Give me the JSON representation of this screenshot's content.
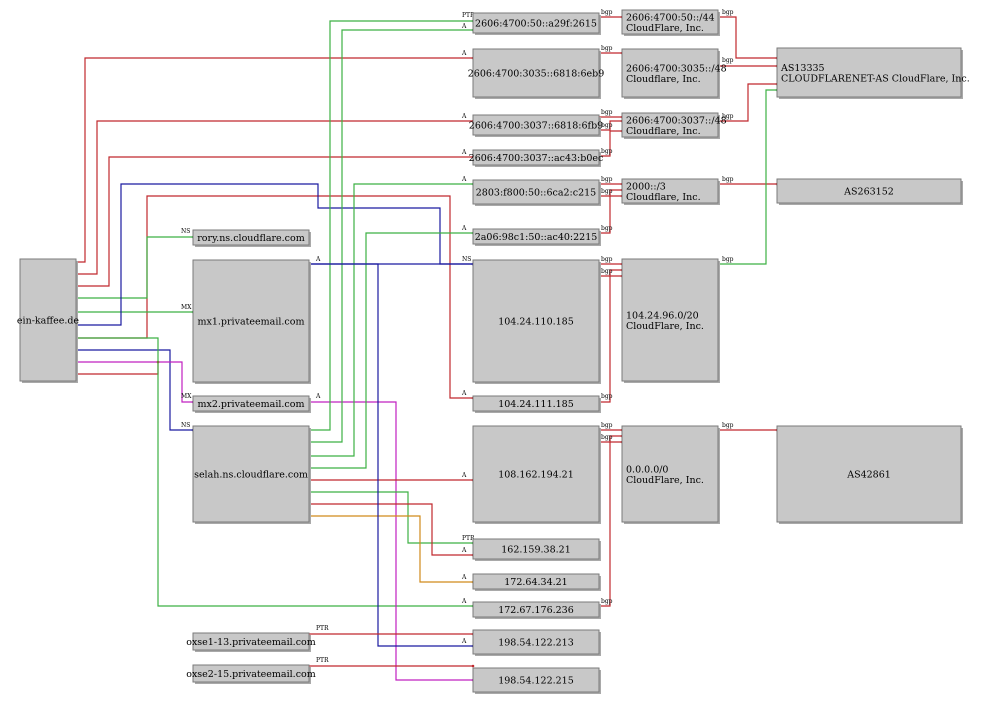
{
  "colors": {
    "red": "#c0282d",
    "green": "#3cb043",
    "blue": "#1a1aa0",
    "magenta": "#c020c0",
    "orange": "#d08a1a"
  },
  "nodes": {
    "domain": [
      "ein-kaffee.de"
    ],
    "rory": [
      "rory.ns.cloudflare.com"
    ],
    "mx1": [
      "mx1.privateemail.com"
    ],
    "mx2": [
      "mx2.privateemail.com"
    ],
    "selah": [
      "selah.ns.cloudflare.com"
    ],
    "oxse1": [
      "oxse1-13.privateemail.com"
    ],
    "oxse2": [
      "oxse2-15.privateemail.com"
    ],
    "v6_a29f": [
      "2606:4700:50::a29f:2615"
    ],
    "v6_6eb9": [
      "2606:4700:3035::6818:6eb9"
    ],
    "v6_6fb9": [
      "2606:4700:3037::6818:6fb9"
    ],
    "v6_b0ec": [
      "2606:4700:3037::ac43:b0ec"
    ],
    "v6_c215": [
      "2803:f800:50::6ca2:c215"
    ],
    "v6_2215": [
      "2a06:98c1:50::ac40:2215"
    ],
    "ip_110": [
      "104.24.110.185"
    ],
    "ip_111": [
      "104.24.111.185"
    ],
    "ip_108": [
      "108.162.194.21"
    ],
    "ip_162": [
      "162.159.38.21"
    ],
    "ip_172_64": [
      "172.64.34.21"
    ],
    "ip_172_67": [
      "172.67.176.236"
    ],
    "ip_213": [
      "198.54.122.213"
    ],
    "ip_215": [
      "198.54.122.215"
    ],
    "pfx_50_44": [
      "2606:4700:50::/44",
      "CloudFlare, Inc."
    ],
    "pfx_3035_48": [
      "2606:4700:3035::/48",
      "Cloudflare, Inc."
    ],
    "pfx_3037_48": [
      "2606:4700:3037::/48",
      "Cloudflare, Inc."
    ],
    "pfx_2000_3": [
      "2000::/3",
      "Cloudflare, Inc."
    ],
    "pfx_104_20": [
      "104.24.96.0/20",
      "CloudFlare, Inc."
    ],
    "pfx_0_0": [
      "0.0.0.0/0",
      "CloudFlare, Inc."
    ],
    "as13335": [
      "AS13335",
      "CLOUDFLARENET-AS CloudFlare, Inc."
    ],
    "as263152": [
      "AS263152"
    ],
    "as42861": [
      "AS42861"
    ]
  },
  "edge_labels": {
    "a": "A",
    "ns": "NS",
    "mx": "MX",
    "ptr": "PTR",
    "bgp": "bgp"
  }
}
